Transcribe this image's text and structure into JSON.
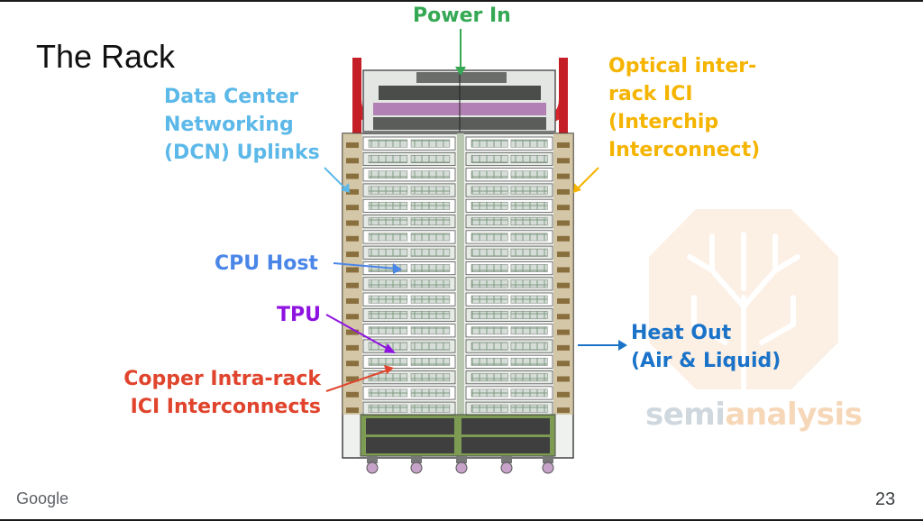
{
  "slide": {
    "title": "The Rack",
    "page_number": "23"
  },
  "footer": {
    "logo": "Google"
  },
  "watermark": {
    "part1": "semi",
    "part2": "analysis"
  },
  "labels": {
    "power_in": "Power In",
    "dcn": [
      "Data Center",
      "Networking",
      "(DCN) Uplinks"
    ],
    "optical": [
      "Optical inter-",
      "rack ICI",
      "(Interchip",
      "Interconnect)"
    ],
    "cpu_host": "CPU Host",
    "tpu": "TPU",
    "copper": [
      "Copper Intra-rack",
      "ICI Interconnects"
    ],
    "heat_out": [
      "Heat Out",
      "(Air & Liquid)"
    ]
  },
  "colors": {
    "power_in": "#34a853",
    "dcn": "#5bb8e8",
    "optical": "#f5b400",
    "cpu_host": "#4a86e8",
    "tpu": "#8e12e0",
    "copper": "#e0442c",
    "heat_out": "#1a73c8"
  }
}
